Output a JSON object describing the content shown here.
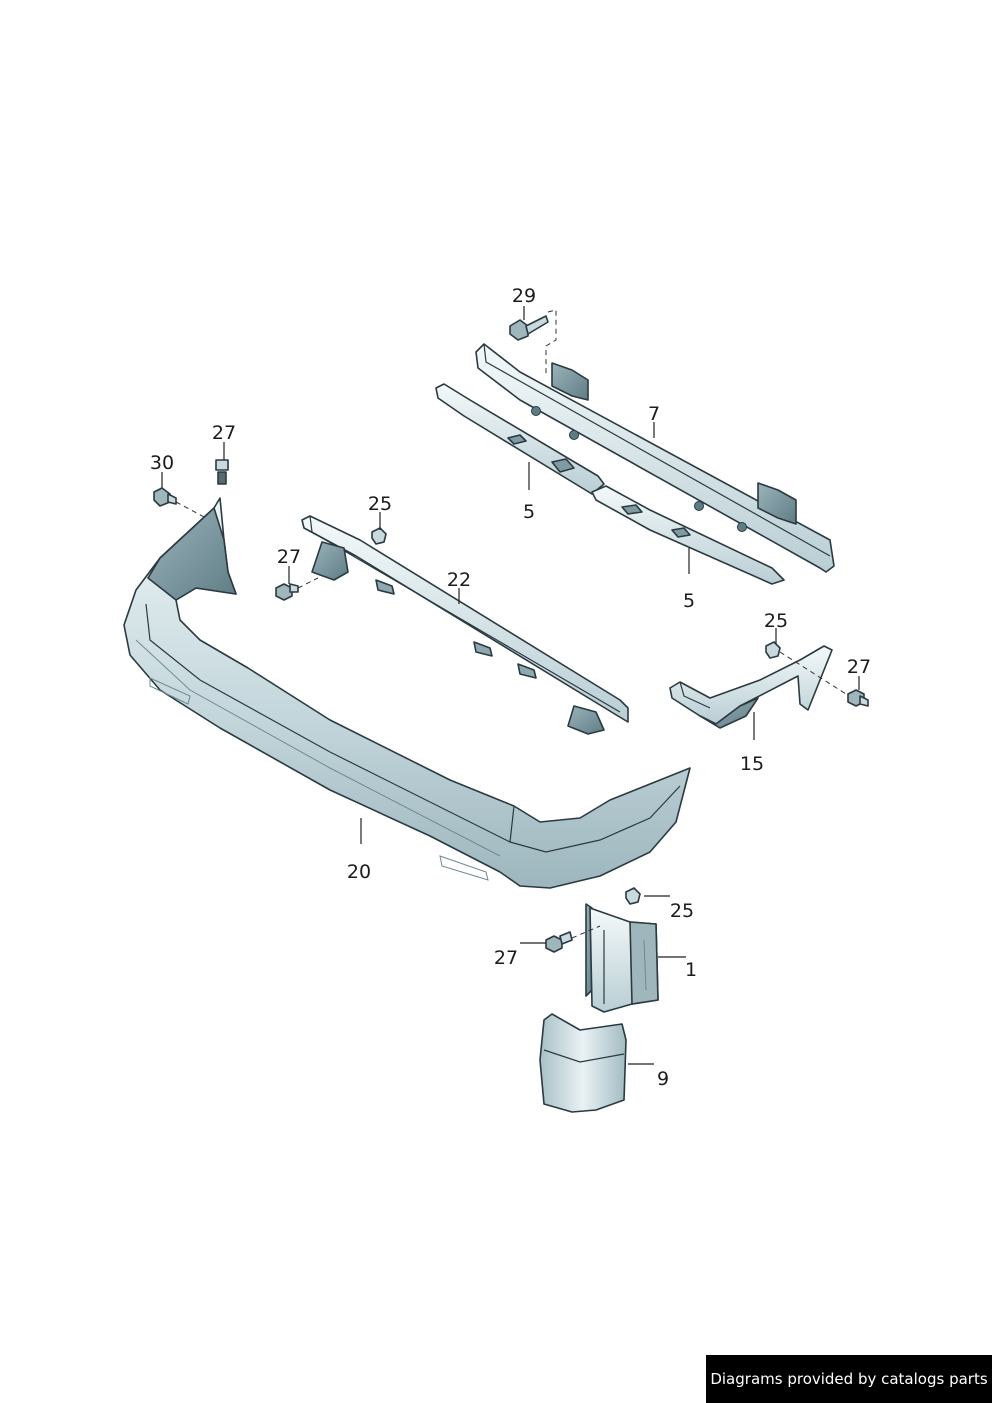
{
  "callouts": {
    "c29": "29",
    "c7": "7",
    "c5a": "5",
    "c5b": "5",
    "c27a": "27",
    "c30": "30",
    "c25a": "25",
    "c27b": "27",
    "c22": "22",
    "c25b": "25",
    "c27c": "27",
    "c15": "15",
    "c20": "20",
    "c25c": "25",
    "c27d": "27",
    "c1": "1",
    "c9": "9"
  },
  "footer": {
    "text": "Diagrams provided by catalogs parts"
  },
  "colors": {
    "part_light": "#e6f0f2",
    "part_mid": "#b7cdd3",
    "part_dark": "#7f9aa2",
    "outline": "#2a3a40"
  }
}
